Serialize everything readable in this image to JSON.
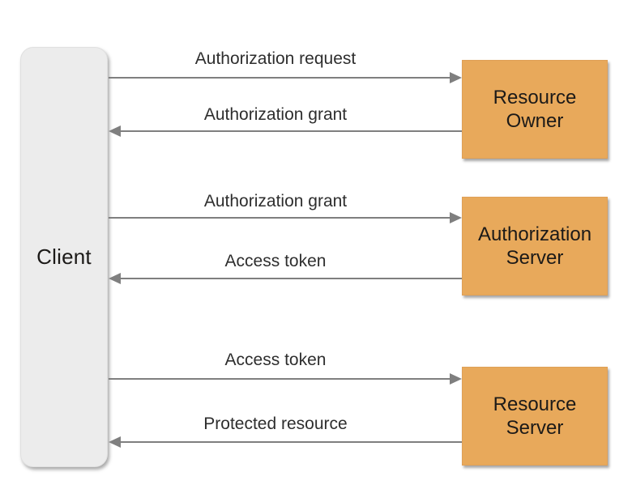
{
  "client": {
    "label": "Client"
  },
  "servers": [
    {
      "lines": [
        "Resource",
        "Owner"
      ]
    },
    {
      "lines": [
        "Authorization",
        "Server"
      ]
    },
    {
      "lines": [
        "Resource",
        "Server"
      ]
    }
  ],
  "messages": [
    {
      "label": "Authorization request",
      "direction": "right",
      "from": "Client",
      "to": "Resource Owner"
    },
    {
      "label": "Authorization grant",
      "direction": "left",
      "from": "Resource Owner",
      "to": "Client"
    },
    {
      "label": "Authorization grant",
      "direction": "right",
      "from": "Client",
      "to": "Authorization Server"
    },
    {
      "label": "Access token",
      "direction": "left",
      "from": "Authorization Server",
      "to": "Client"
    },
    {
      "label": "Access token",
      "direction": "right",
      "from": "Client",
      "to": "Resource Server"
    },
    {
      "label": "Protected resource",
      "direction": "left",
      "from": "Resource Server",
      "to": "Client"
    }
  ],
  "colors": {
    "server_box_fill": "#E8A95B",
    "server_box_border": "#DFA057",
    "client_box_fill": "#ECECEC",
    "client_box_border": "#E0E0E0",
    "arrow": "#7F7F7F",
    "label_text": "#2E2E2E",
    "box_text": "#1C1A18"
  }
}
